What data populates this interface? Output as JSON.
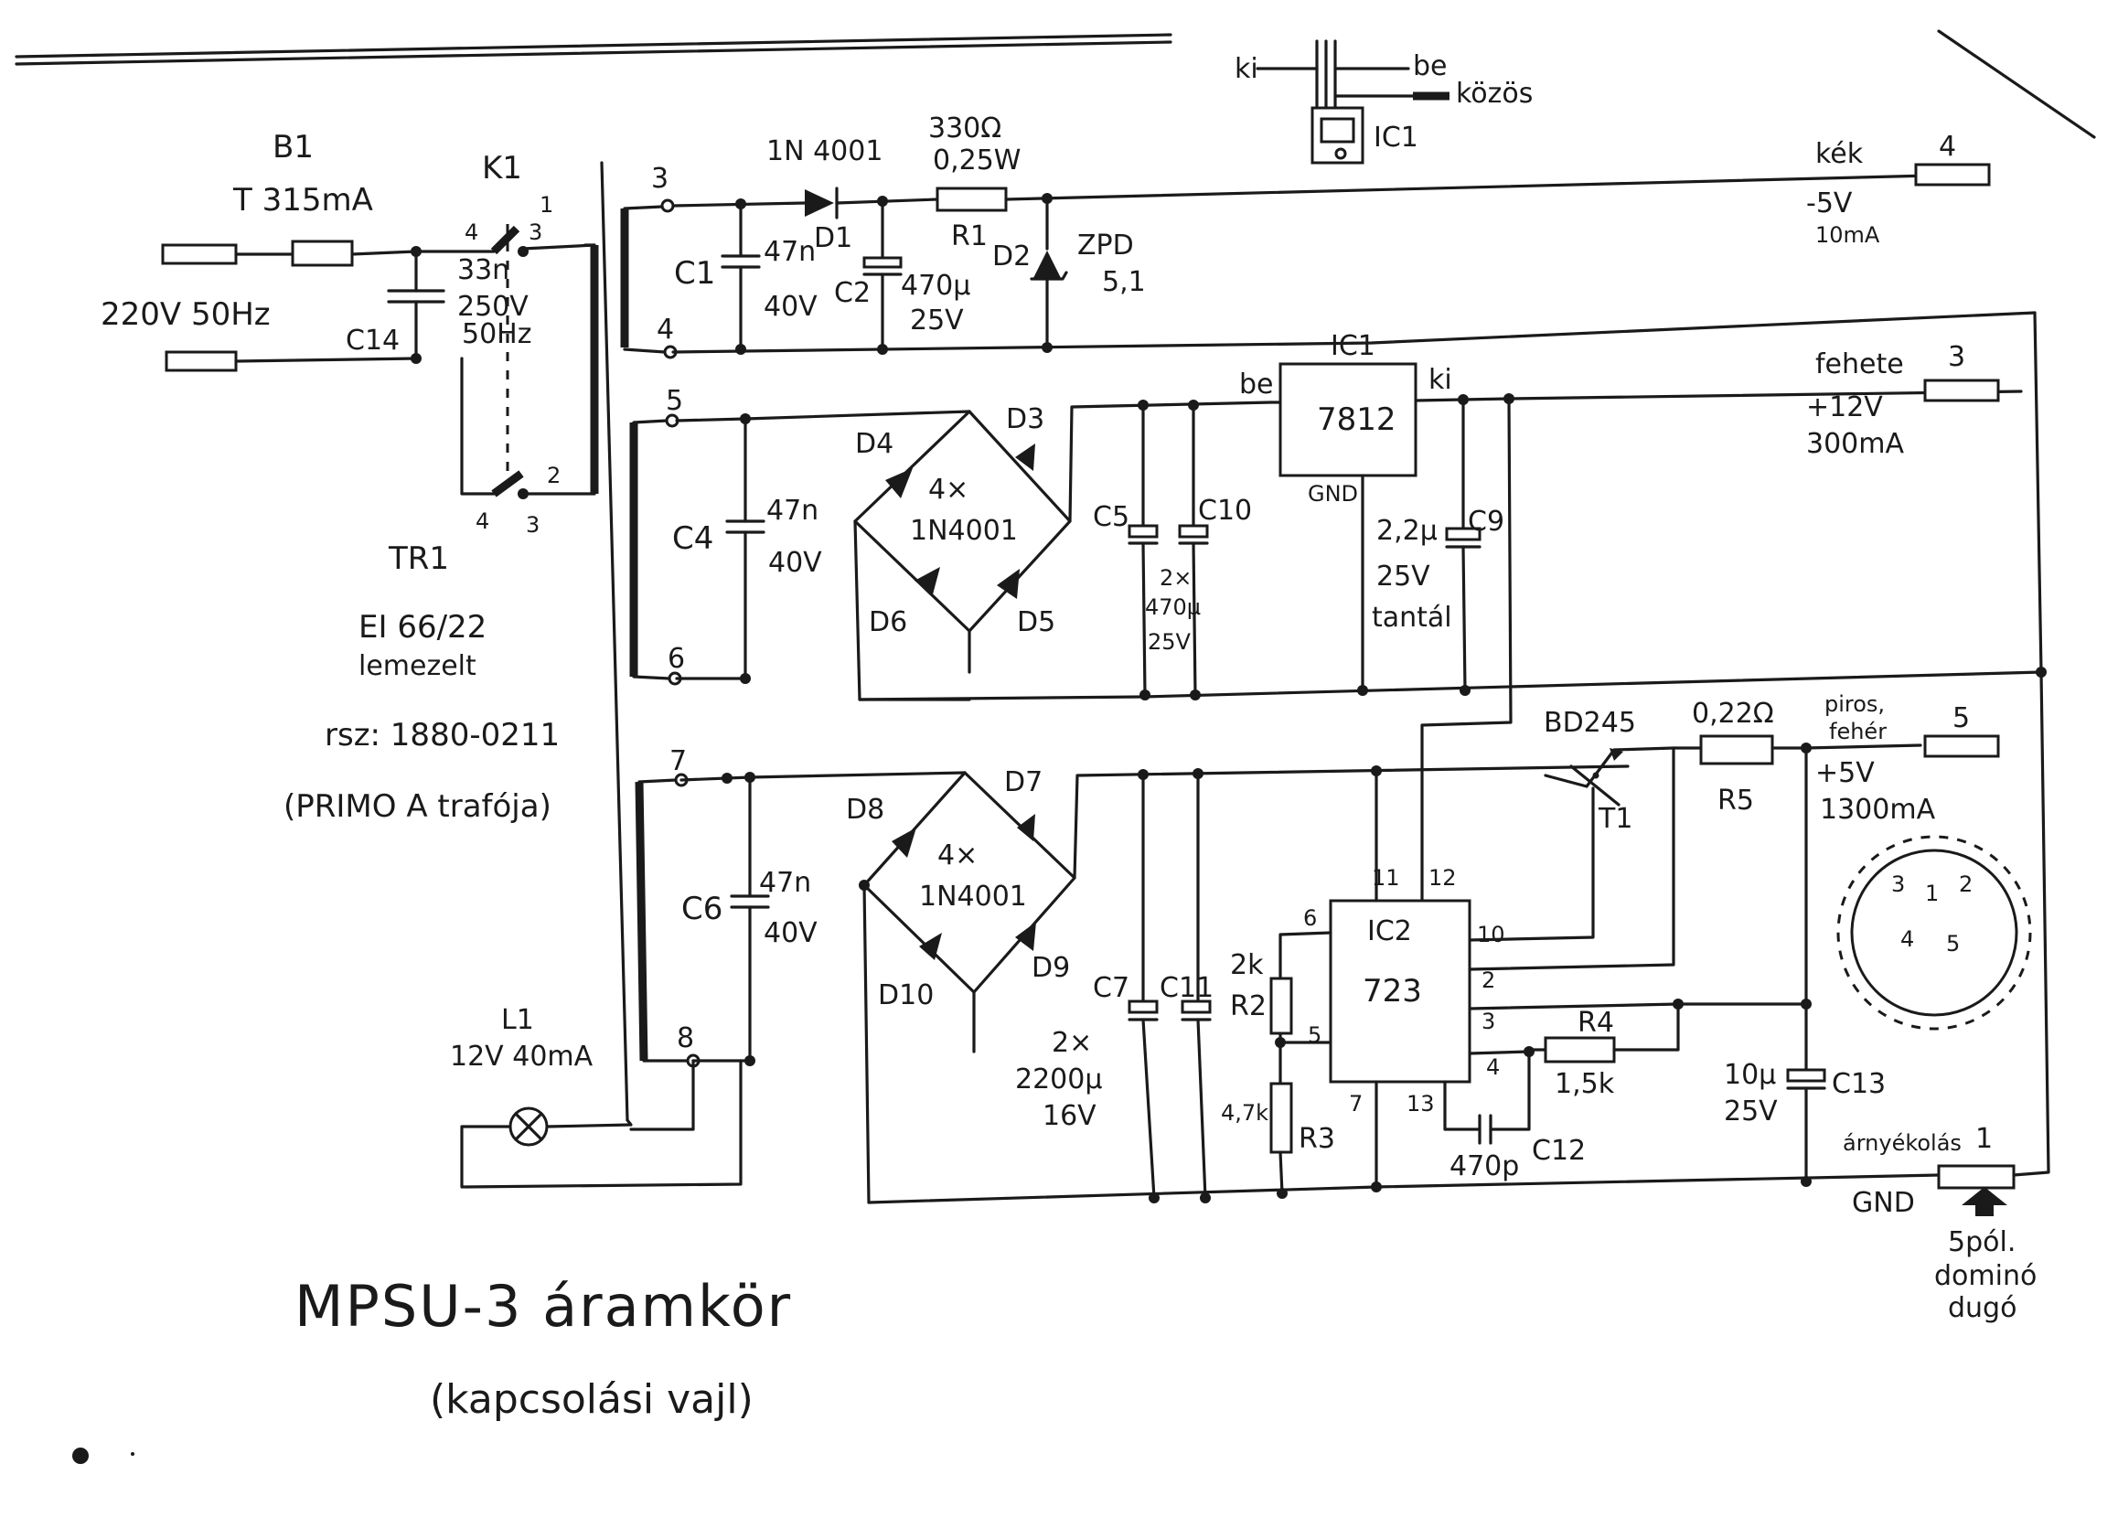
{
  "title": "MPSU-3 áramkör",
  "subtitle": "(kapcsolási vajl)",
  "mains": {
    "fuse_ref": "B1",
    "fuse_value": "T 315mA",
    "input": "220V 50Hz",
    "cap_ref": "C14",
    "cap_value": "33n",
    "cap_voltage": "250V",
    "cap_freq": "50Hz",
    "switch_ref": "K1",
    "switch_pins": [
      "4",
      "3",
      "1",
      "2",
      "4",
      "3"
    ]
  },
  "transformer": {
    "ref": "TR1",
    "core": "EI 66/22",
    "core_note": "lemezelt",
    "part_no": "rsz: 1880-0211",
    "note": "(PRIMO A trafója)",
    "pins": [
      "3",
      "4",
      "5",
      "6",
      "7",
      "8"
    ]
  },
  "neg_rail": {
    "c1_ref": "C1",
    "c1_val": "47n",
    "c1_volt": "40V",
    "d1_type": "1N 4001",
    "d1_ref": "D1",
    "r1_val": "330Ω",
    "r1_pow": "0,25W",
    "r1_ref": "R1",
    "c2_ref": "C2",
    "c2_val": "470µ",
    "c2_volt": "25V",
    "d2_ref": "D2",
    "d2_type": "ZPD",
    "d2_val": "5,1",
    "out_color": "kék",
    "out_pin": "4",
    "out_v": "-5V",
    "out_i": "10mA"
  },
  "switch_legend": {
    "off": "ki",
    "on": "be",
    "common": "közös",
    "ref": "IC1"
  },
  "rail12": {
    "c4_ref": "C4",
    "c4_val": "47n",
    "c4_volt": "40V",
    "bridge_count": "4×",
    "bridge_type": "1N4001",
    "diodes": [
      "D4",
      "D3",
      "D6",
      "D5"
    ],
    "c5_ref": "C5",
    "c10_ref": "C10",
    "caps_mult": "2×",
    "caps_val": "470µ",
    "caps_volt": "25V",
    "ic_ref": "IC1",
    "ic_type": "7812",
    "ic_in": "be",
    "ic_out": "ki",
    "ic_gnd": "GND",
    "c9_ref": "C9",
    "c9_val": "2,2µ",
    "c9_volt": "25V",
    "c9_type": "tantál",
    "out_color": "fehete",
    "out_pin": "3",
    "out_v": "+12V",
    "out_i": "300mA"
  },
  "rail5": {
    "c6_ref": "C6",
    "c6_val": "47n",
    "c6_volt": "40V",
    "bridge_count": "4×",
    "bridge_type": "1N4001",
    "diodes": [
      "D8",
      "D7",
      "D10",
      "D9"
    ],
    "c7_ref": "C7",
    "c11_ref": "C11",
    "caps_mult": "2×",
    "caps_val": "2200µ",
    "caps_volt": "16V",
    "r2_ref": "R2",
    "r2_val": "2k",
    "r3_ref": "R3",
    "r3_val": "4,7k",
    "ic_ref": "IC2",
    "ic_type": "723",
    "ic_pins": [
      "6",
      "5",
      "7",
      "13",
      "4",
      "3",
      "2",
      "10",
      "11",
      "12"
    ],
    "t1_type": "BD245",
    "t1_ref": "T1",
    "r5_val": "0,22Ω",
    "r5_ref": "R5",
    "r4_ref": "R4",
    "r4_val": "1,5k",
    "c12_ref": "C12",
    "c12_val": "470p",
    "c13_ref": "C13",
    "c13_val": "10µ",
    "c13_volt": "25V",
    "out_color1": "piros,",
    "out_color2": "fehér",
    "out_pin": "5",
    "out_v": "+5V",
    "out_i": "1300mA",
    "lamp_ref": "L1",
    "lamp_val": "12V 40mA",
    "gnd_color": "árnyékolás",
    "gnd_pin": "1",
    "gnd_label": "GND",
    "connector1": "5pól.",
    "connector2": "dominó",
    "connector3": "dugó",
    "din_pins": [
      "3",
      "1",
      "2",
      "4",
      "5"
    ]
  }
}
